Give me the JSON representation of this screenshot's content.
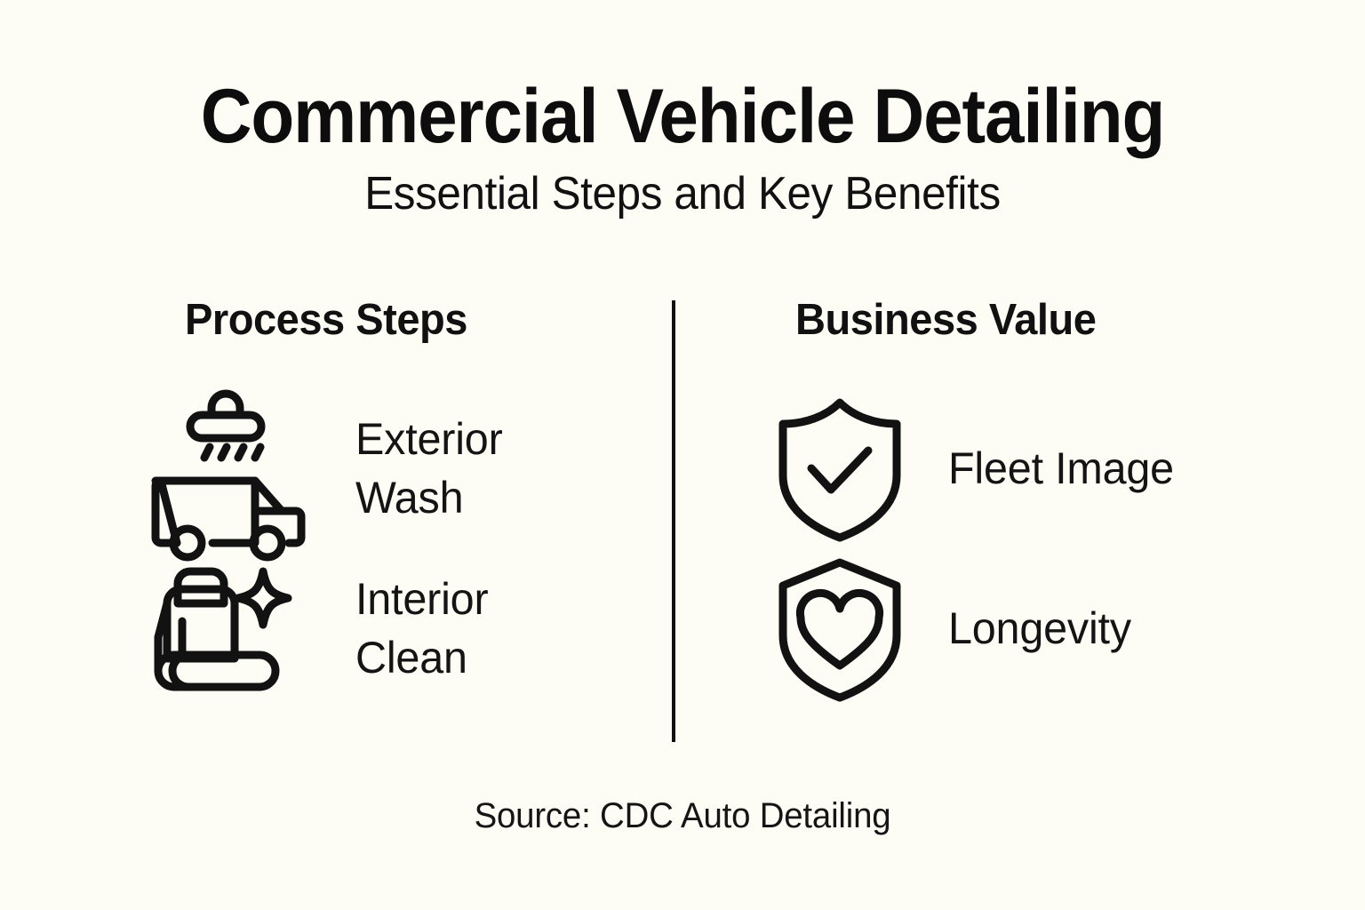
{
  "header": {
    "title": "Commercial Vehicle Detailing",
    "subtitle": "Essential Steps and Key Benefits"
  },
  "columns": {
    "left": {
      "heading": "Process Steps",
      "items": [
        {
          "label": "Exterior\nWash",
          "icon": "truck-wash-icon"
        },
        {
          "label": "Interior\nClean",
          "icon": "car-seat-sparkle-icon"
        }
      ]
    },
    "right": {
      "heading": "Business Value",
      "items": [
        {
          "label": "Fleet Image",
          "icon": "shield-check-icon"
        },
        {
          "label": "Longevity",
          "icon": "shield-heart-icon"
        }
      ]
    }
  },
  "footer": {
    "source": "Source: CDC Auto Detailing"
  },
  "colors": {
    "background": "#fdfdf6",
    "ink": "#111111",
    "divider": "#121212"
  }
}
